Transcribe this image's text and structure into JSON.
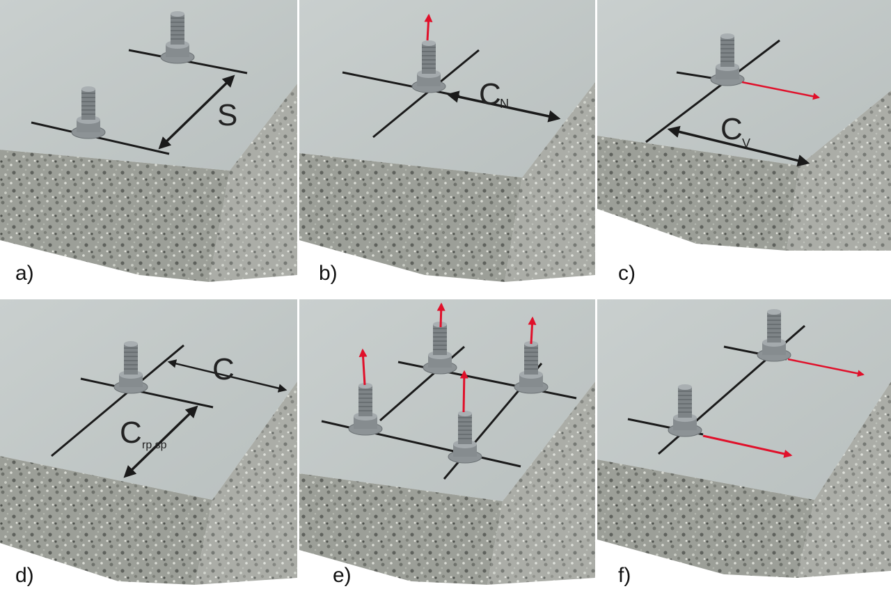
{
  "panels": [
    {
      "label": "a)",
      "dimensions": [
        {
          "text": "S"
        }
      ]
    },
    {
      "label": "b)",
      "dimensions": [
        {
          "text": "C",
          "sub": "N"
        }
      ]
    },
    {
      "label": "c)",
      "dimensions": [
        {
          "text": "C",
          "sub": "V"
        }
      ]
    },
    {
      "label": "d)",
      "dimensions": [
        {
          "text": "C"
        },
        {
          "text": "C",
          "sub": "rp,sp"
        }
      ]
    },
    {
      "label": "e)",
      "dimensions": []
    },
    {
      "label": "f)",
      "dimensions": []
    }
  ],
  "colors": {
    "concrete_top": "#c2c9c8",
    "concrete_side": "#9a9f97",
    "guide_line": "#1a1a1a",
    "tension_arrow": "#e0102a",
    "bolt": "#8f9598"
  }
}
